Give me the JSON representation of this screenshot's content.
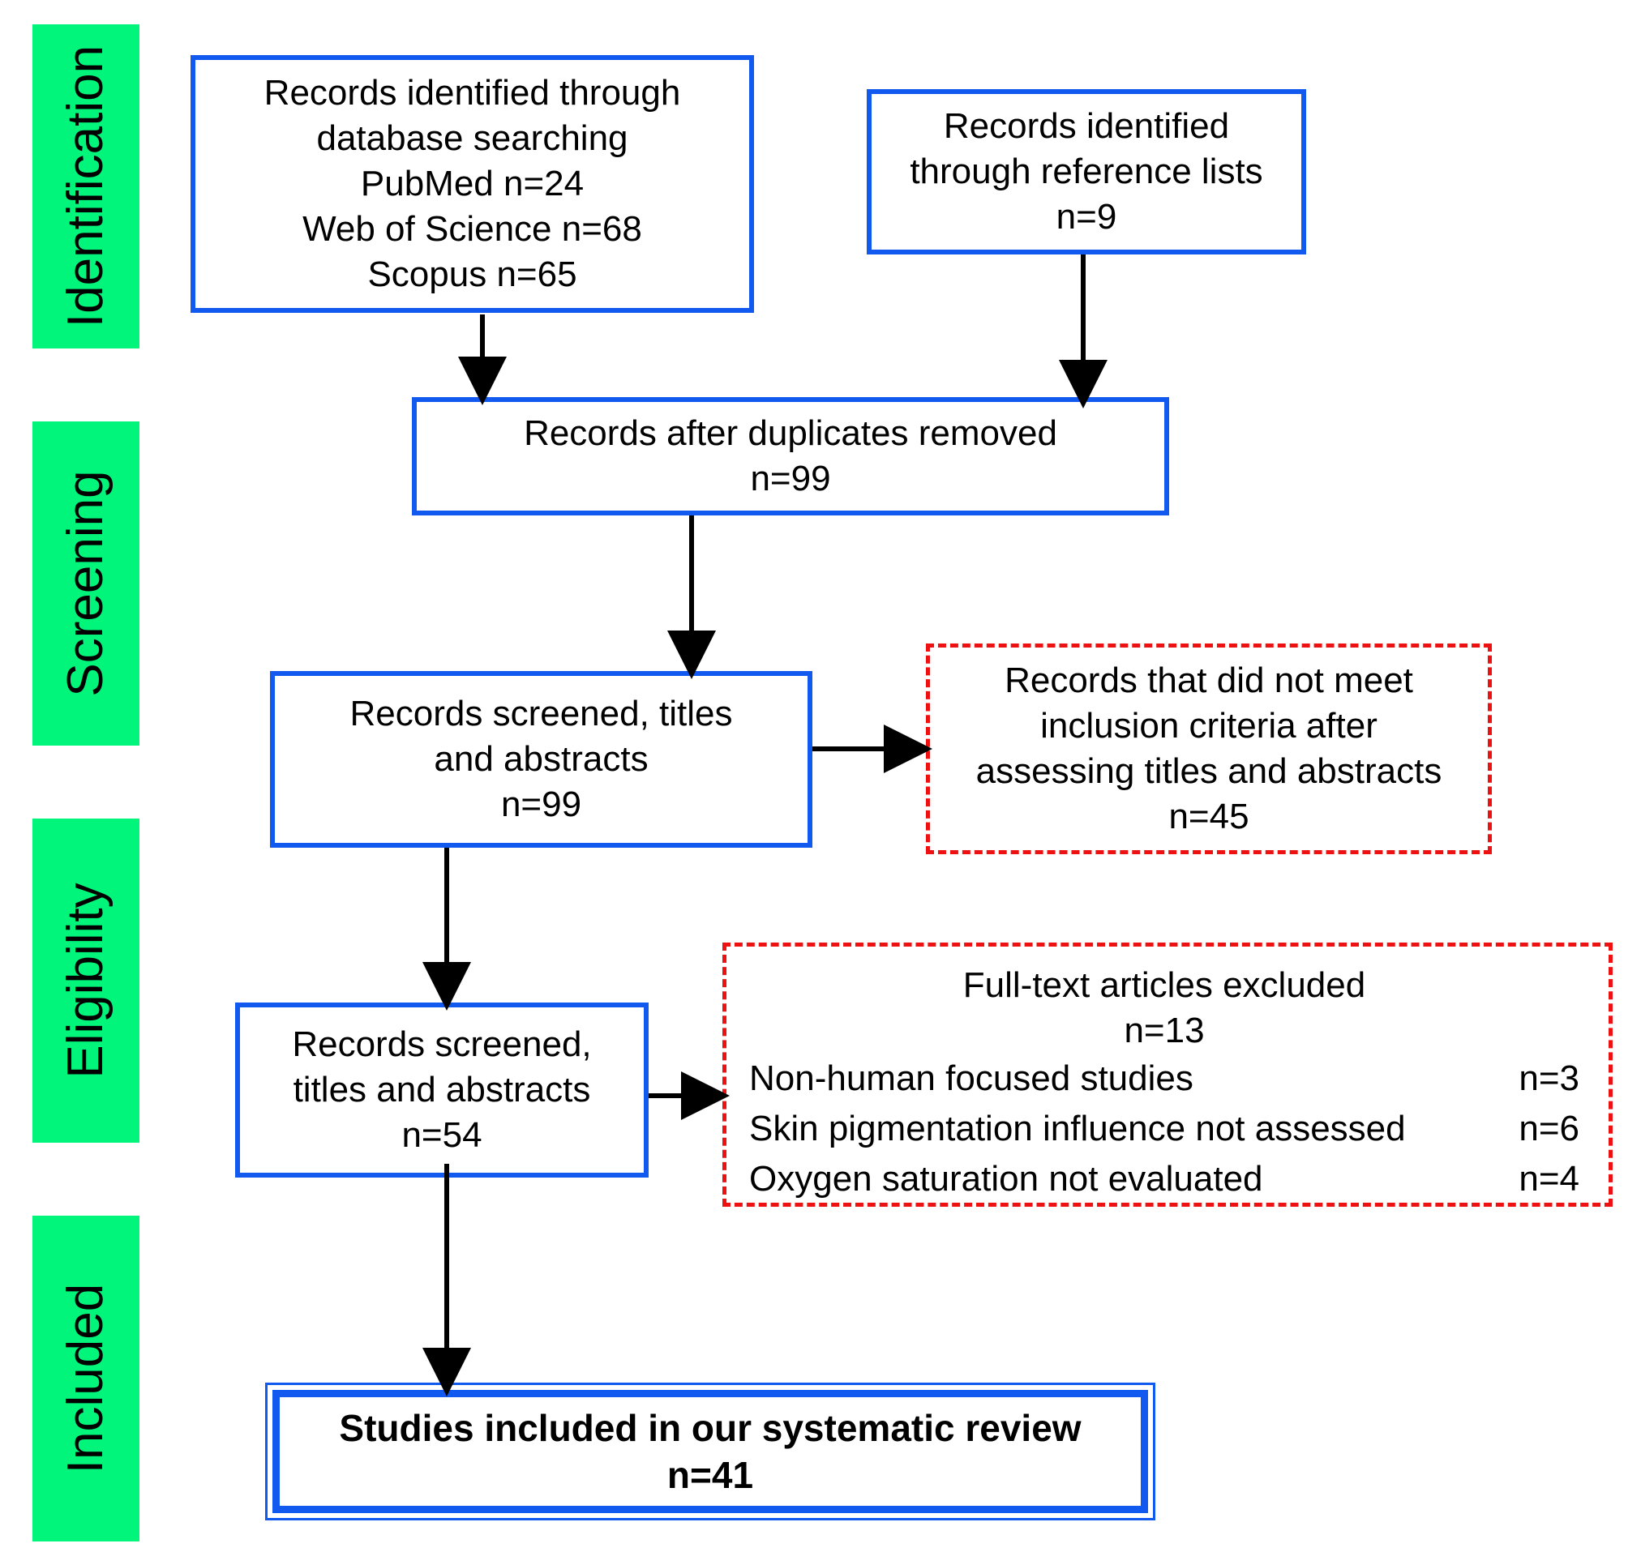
{
  "phases": [
    {
      "id": "identification",
      "label": "Identification"
    },
    {
      "id": "screening",
      "label": "Screening"
    },
    {
      "id": "eligibility",
      "label": "Eligibility"
    },
    {
      "id": "included",
      "label": "Included"
    }
  ],
  "boxes": {
    "database": {
      "lines": [
        "Records identified through",
        "database searching",
        "PubMed n=24",
        "Web of Science n=68",
        "Scopus n=65"
      ]
    },
    "reference": {
      "lines": [
        "Records identified",
        "through reference lists",
        "n=9"
      ]
    },
    "duplicates": {
      "lines": [
        "Records after duplicates removed",
        "n=99"
      ]
    },
    "screened": {
      "lines": [
        "Records screened, titles",
        "and abstracts",
        "n=99"
      ]
    },
    "not_meet": {
      "lines": [
        "Records that did not meet",
        "inclusion criteria after",
        "assessing titles and abstracts",
        "n=45"
      ]
    },
    "eligible": {
      "lines": [
        "Records screened,",
        "titles and abstracts",
        "n=54"
      ]
    },
    "excluded": {
      "title": "Full-text articles excluded",
      "count": "n=13",
      "reasons": [
        {
          "label": "Non-human focused studies",
          "count": "n=3"
        },
        {
          "label": "Skin pigmentation influence not assessed",
          "count": "n=6"
        },
        {
          "label": "Oxygen saturation not evaluated",
          "count": "n=4"
        }
      ]
    },
    "included": {
      "lines": [
        "Studies included in our systematic review",
        "n=41"
      ]
    }
  },
  "colors": {
    "phase_fill": "#00f57a",
    "box_border": "#1259f0",
    "excluded_border": "#ee1111",
    "arrow": "#000000"
  }
}
